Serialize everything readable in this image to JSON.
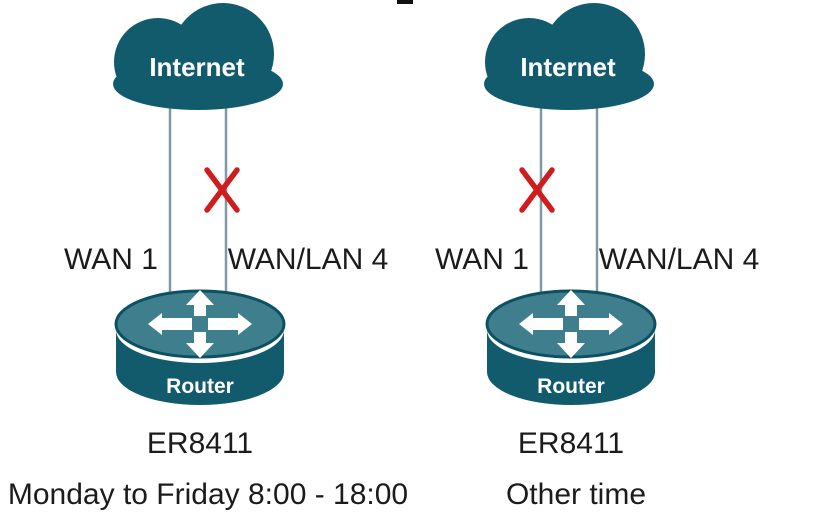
{
  "colors": {
    "teal_dark": "#115b6d",
    "teal_mid": "#3f7f8d",
    "teal_outline": "#0c5163",
    "line_gray": "#7f9aa6",
    "x_red": "#cf1d1d",
    "text_color": "#1b1b1b",
    "icon_white": "#ffffff"
  },
  "diagrams": [
    {
      "cloud_label": "Internet",
      "router_label": "Router",
      "left_port_label": "WAN 1",
      "right_port_label": "WAN/LAN 4",
      "model": "ER8411",
      "caption": "Monday to Friday 8:00 - 18:00",
      "failed_link": "WAN/LAN 4"
    },
    {
      "cloud_label": "Internet",
      "router_label": "Router",
      "left_port_label": "WAN 1",
      "right_port_label": "WAN/LAN 4",
      "model": "ER8411",
      "caption": "Other time",
      "failed_link": "WAN 1"
    }
  ]
}
